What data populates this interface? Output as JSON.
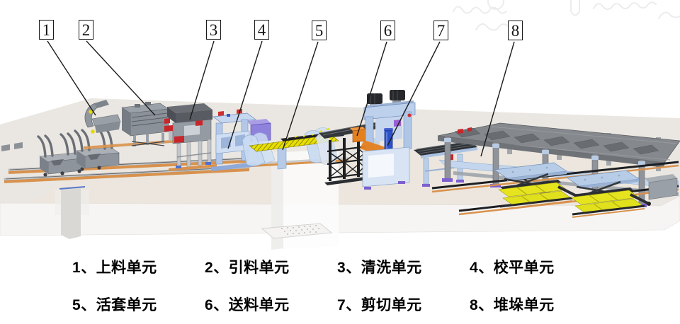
{
  "units": [
    {
      "number": "1",
      "label": "上料单元"
    },
    {
      "number": "2",
      "label": "引料单元"
    },
    {
      "number": "3",
      "label": "清洗单元"
    },
    {
      "number": "4",
      "label": "校平单元"
    },
    {
      "number": "5",
      "label": "活套单元"
    },
    {
      "number": "6",
      "label": "送料单元"
    },
    {
      "number": "7",
      "label": "剪切单元"
    },
    {
      "number": "8",
      "label": "堆垛单元"
    }
  ],
  "separator": "、",
  "colors": {
    "floor": "#eae7e2",
    "floor_front": "#f6f5f3",
    "steel_gray": "#989ea6",
    "dark_hood": "#585c62",
    "machine_blue": "#bdd0ec",
    "rail_orange": "#d8924d",
    "looper_yellow": "#e8df00",
    "alert_red": "#c9262a",
    "accent_blue": "#2a50cc",
    "orange_box": "#e5801f",
    "frame_gray": "#85898e",
    "lattice_black": "#1d1f22",
    "purple_foot": "#7d5fd0",
    "stack_yellow": "#e6e41e",
    "cabinet_purple": "#8f82dd",
    "watermark": "#ececec"
  }
}
